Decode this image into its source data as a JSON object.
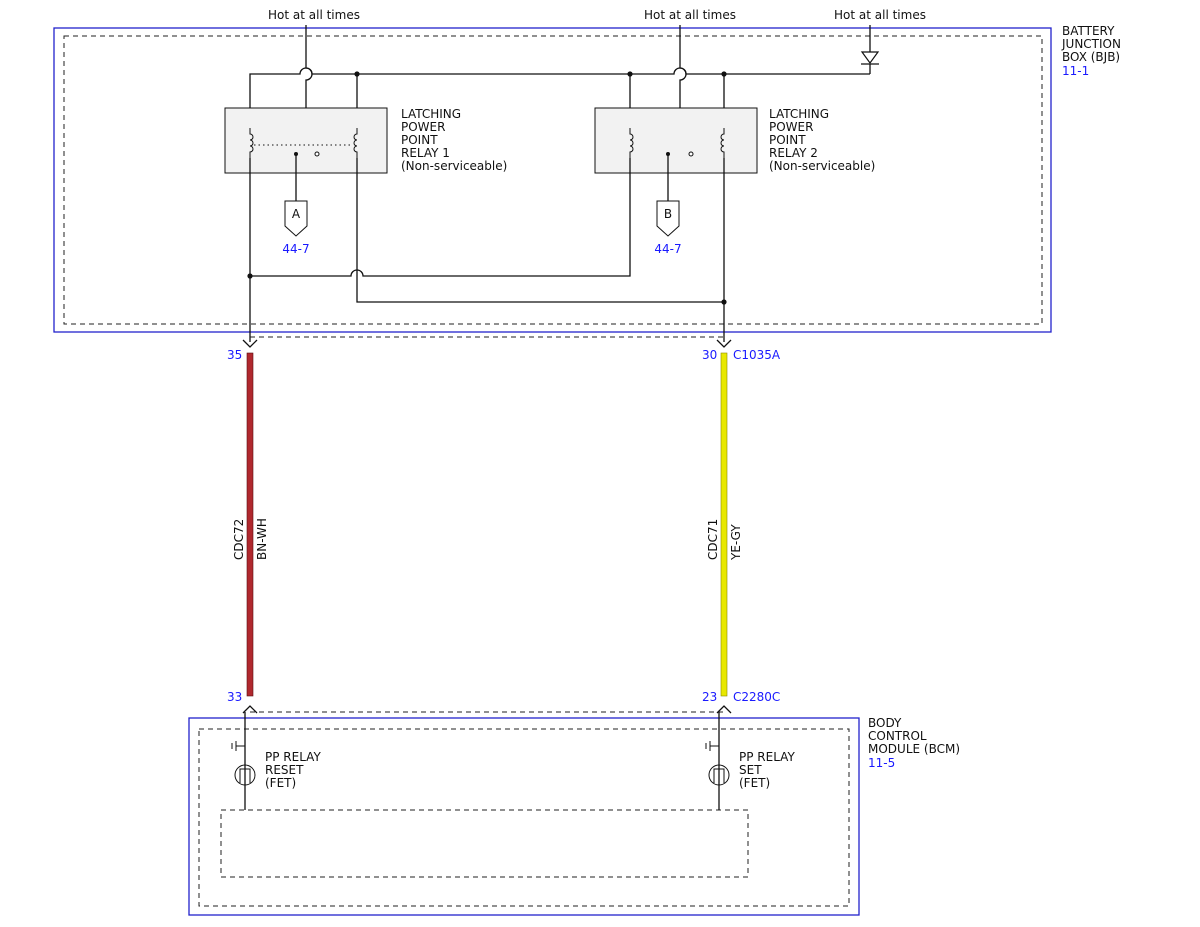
{
  "power_labels": {
    "hot1": "Hot at all times",
    "hot2": "Hot at all times",
    "hot3": "Hot at all times"
  },
  "bjb": {
    "name_lines": [
      "BATTERY",
      "JUNCTION",
      "BOX (BJB)"
    ],
    "ref": "11-1"
  },
  "relay1": {
    "lines": [
      "LATCHING",
      "POWER",
      "POINT",
      "RELAY 1",
      "(Non-serviceable)"
    ]
  },
  "relay2": {
    "lines": [
      "LATCHING",
      "POWER",
      "POINT",
      "RELAY 2",
      "(Non-serviceable)"
    ]
  },
  "connector_a": {
    "letter": "A",
    "ref": "44-7"
  },
  "connector_b": {
    "letter": "B",
    "ref": "44-7"
  },
  "wire_left": {
    "pin_top": "35",
    "pin_bottom": "33",
    "circuit": "CDC72",
    "color_code": "BN-WH",
    "color": "#b0282e"
  },
  "wire_right": {
    "pin_top": "30",
    "connector_top": "C1035A",
    "pin_bottom": "23",
    "connector_bottom": "C2280C",
    "circuit": "CDC71",
    "color_code": "YE-GY",
    "color": "#e8e800"
  },
  "bcm": {
    "name_lines": [
      "BODY",
      "CONTROL",
      "MODULE (BCM)"
    ],
    "ref": "11-5"
  },
  "fet_reset": {
    "lines": [
      "PP RELAY",
      "RESET",
      "(FET)"
    ]
  },
  "fet_set": {
    "lines": [
      "PP RELAY",
      "SET",
      "(FET)"
    ]
  },
  "colors": {
    "module_border": "#2222cc",
    "module_fill": "#f2f2f2",
    "link_blue": "#1a1aff"
  }
}
